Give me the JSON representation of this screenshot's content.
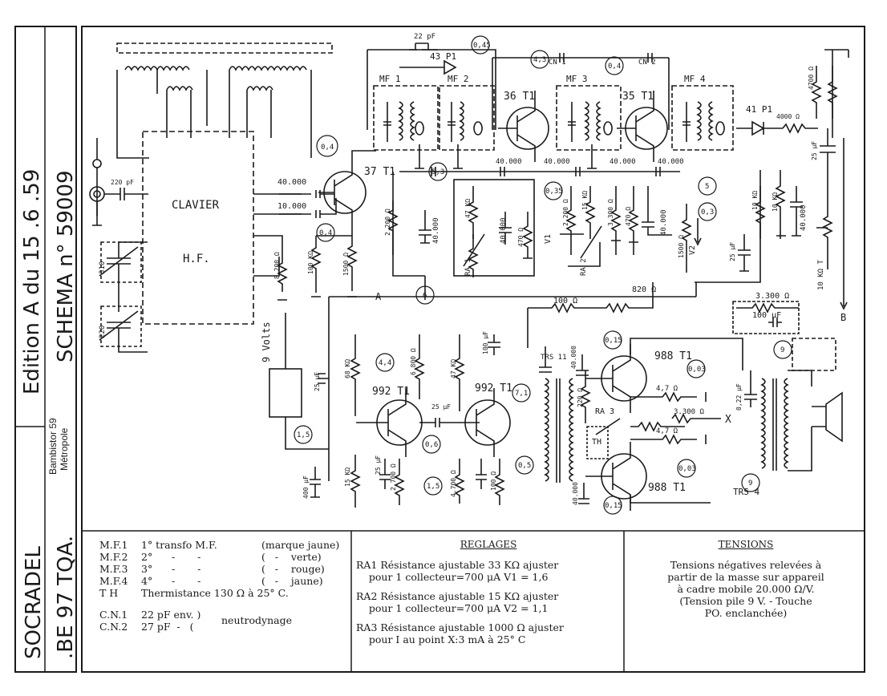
{
  "sidebar": {
    "edition": "Edition  A  du  15 .6 .59",
    "schema": "SCHEMA   n° 59009",
    "maker": "SOCRADEL",
    "model": ".BE  97  TQA.",
    "product_line1": "Bambistor  59",
    "product_line2": "Métropole"
  },
  "schematic": {
    "block_hf": "H.F.",
    "block_clavier": "CLAVIER",
    "battery": "9 Volts",
    "node_a": "A",
    "node_b": "B",
    "node_x": "X",
    "mf": [
      "MF 1",
      "MF 2",
      "MF 3",
      "MF 4"
    ],
    "transistors": [
      "37 T1",
      "36 T1",
      "35 T1",
      "992 T1",
      "992 T1",
      "988 T1",
      "988 T1"
    ],
    "diodes": [
      "43 P1",
      "41 P1"
    ],
    "neutro": [
      "CN 1",
      "CN 2"
    ],
    "transformers": [
      "TRS 11",
      "TRS 4"
    ],
    "rheostats": [
      "RA 1",
      "RA 2",
      "RA 3",
      "TH"
    ],
    "pots": [
      "V1",
      "V2",
      "10 KΩ T"
    ],
    "caps": [
      "22 pF",
      "220 pF",
      "310",
      "220",
      "40.000",
      "10.000",
      "40.000",
      "40.000",
      "40.000",
      "40.000",
      "40.000",
      "40.000",
      "40.000",
      "40.000",
      "25 μF",
      "25 μF",
      "25 μF",
      "25 μF",
      "25 μF",
      "400 μF",
      "100 μF",
      "100 μF",
      "0,22 μF",
      "40.000",
      "40.000"
    ],
    "resistors": [
      "8.200 Ω",
      "100 KΩ",
      "1500 Ω",
      "2.200 Ω",
      "47 KΩ",
      "470 Ω",
      "2.200 Ω",
      "15 KΩ",
      "3.300 Ω",
      "470 Ω",
      "1500 Ω",
      "10 KΩ",
      "10 KΩ",
      "4000 Ω",
      "4700 Ω",
      "100 Ω",
      "820 Ω",
      "3.300 Ω",
      "68 KΩ",
      "6.800 Ω",
      "47 KΩ",
      "15 KΩ",
      "2.700 Ω",
      "4.700 Ω",
      "100 Ω",
      "220 Ω",
      "4,7 Ω",
      "4,7 Ω",
      "3.300 Ω"
    ],
    "voltages": [
      "0,45",
      "4,3",
      "0,4",
      "0,4",
      "0,4",
      "5,3",
      "0,35",
      "5",
      "0,3",
      "6",
      "4,4",
      "7,1",
      "1,5",
      "1,5",
      "0,6",
      "0,5",
      "0,15",
      "0,03",
      "0,03",
      "0,15",
      "9",
      "9"
    ]
  },
  "legend": {
    "mf_rows": [
      {
        "code": "M.F.1",
        "desc": "1° transfo M.F.",
        "mark": "(marque jaune)"
      },
      {
        "code": "M.F.2",
        "desc": "2°      -       -",
        "mark": "(   -    verte)"
      },
      {
        "code": "M.F.3",
        "desc": "3°      -       -",
        "mark": "(   -    rouge)"
      },
      {
        "code": "M.F.4",
        "desc": "4°      -       -",
        "mark": "(   -    jaune)"
      }
    ],
    "th_row": {
      "code": "T H",
      "desc": "Thermistance 130 Ω à 25° C."
    },
    "cn_rows": [
      {
        "code": "C.N.1",
        "desc": "22 pF env. )"
      },
      {
        "code": "C.N.2",
        "desc": "27 pF  -   ("
      }
    ],
    "cn_note": "neutrodynage"
  },
  "reglages": {
    "title": "REGLAGES",
    "lines": [
      "RA1 Résistance ajustable 33 KΩ ajuster",
      "    pour 1 collecteur=700 μA V1 = 1,6",
      "RA2 Résistance ajustable 15 KΩ ajuster",
      "    pour 1 collecteur=700 μA V2 = 1,1",
      "RA3 Résistance ajustable 1000 Ω ajuster",
      "    pour I au point X:3 mA à 25° C"
    ]
  },
  "tensions": {
    "title": "TENSIONS",
    "lines": [
      "Tensions négatives relevées à",
      "partir de la masse sur appareil",
      "à cadre mobile 20.000 Ω/V.",
      "(Tension pile 9 V. - Touche",
      "PO. enclanchée)"
    ]
  }
}
